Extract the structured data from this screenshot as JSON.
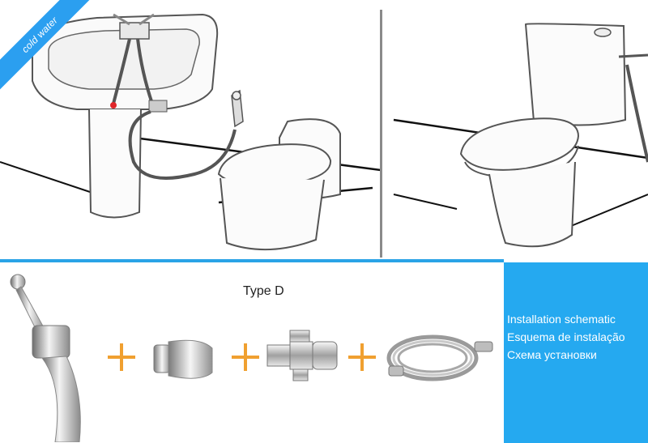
{
  "badge": {
    "text": "cold water"
  },
  "product": {
    "type_label": "Type D"
  },
  "schematic": {
    "english": "Installation schematic",
    "portuguese": "Esquema de instalação",
    "russian": "Схема установки"
  },
  "colors": {
    "accent_blue": "#25a9f0",
    "plus_orange": "#f0a030",
    "divider_gray": "#8a8a8a"
  },
  "icons": [
    "sink-drawing",
    "toilet-drawing",
    "bidet-sprayer-icon",
    "sprayer-holder-icon",
    "t-adapter-valve-icon",
    "shower-hose-icon",
    "plus-icon"
  ]
}
